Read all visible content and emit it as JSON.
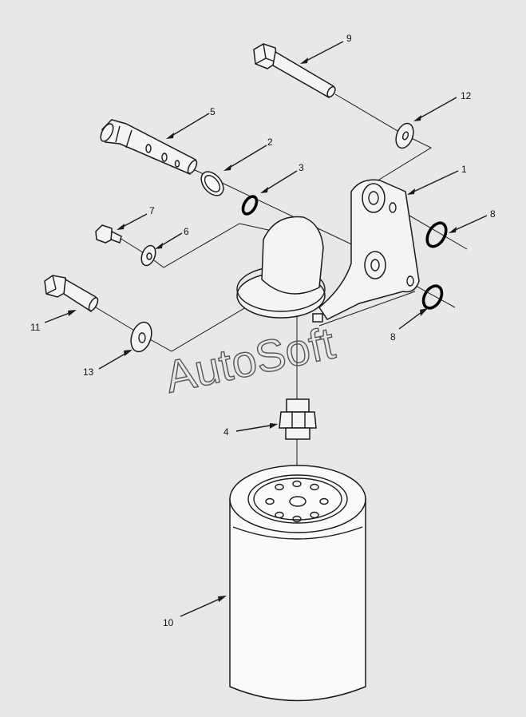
{
  "watermark": "AutoSoft",
  "callouts": {
    "c1": "1",
    "c2": "2",
    "c3": "3",
    "c4": "4",
    "c5": "5",
    "c6": "6",
    "c7": "7",
    "c8a": "8",
    "c8b": "8",
    "c9": "9",
    "c10": "10",
    "c11": "11",
    "c12": "12",
    "c13": "13"
  },
  "colors": {
    "background": "#e8e8e8",
    "ink": "#1a1a1a"
  }
}
